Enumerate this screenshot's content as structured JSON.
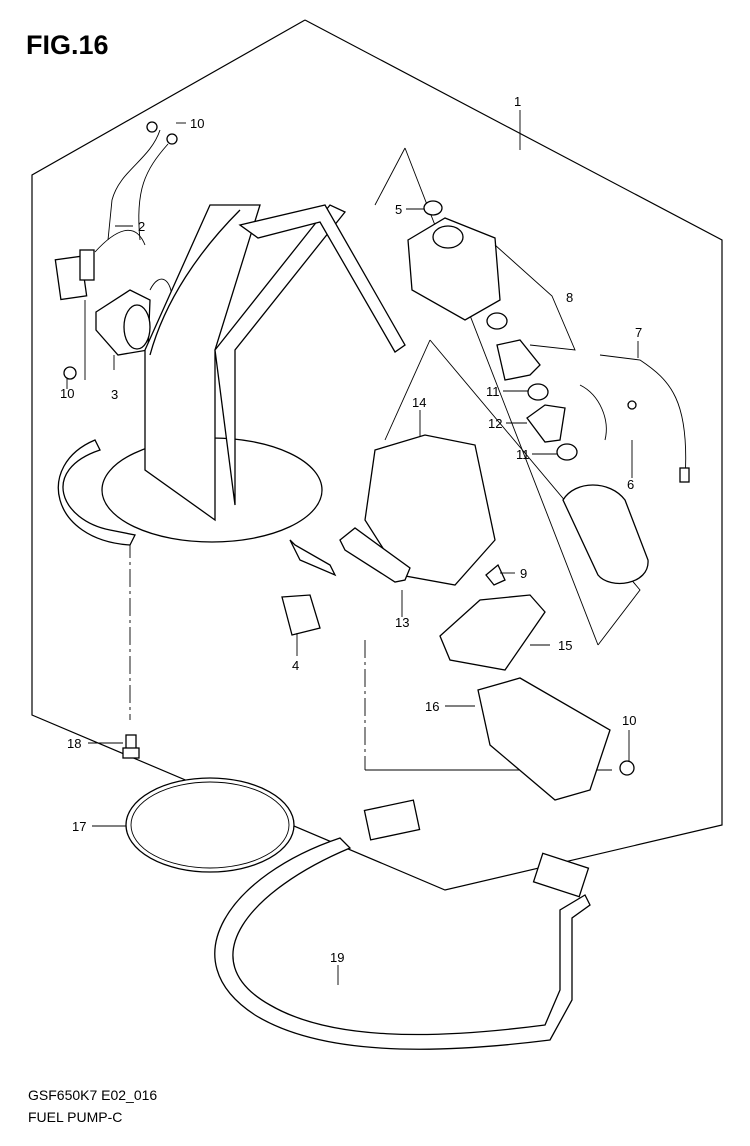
{
  "figure": {
    "title": "FIG.16",
    "model_code": "GSF650K7 E02_016",
    "caption": "FUEL PUMP-C"
  },
  "callouts": [
    {
      "id": "1",
      "label": "1"
    },
    {
      "id": "2",
      "label": "2"
    },
    {
      "id": "3",
      "label": "3"
    },
    {
      "id": "4",
      "label": "4"
    },
    {
      "id": "5",
      "label": "5"
    },
    {
      "id": "6",
      "label": "6"
    },
    {
      "id": "7",
      "label": "7"
    },
    {
      "id": "8",
      "label": "8"
    },
    {
      "id": "9",
      "label": "9"
    },
    {
      "id": "10a",
      "label": "10"
    },
    {
      "id": "10b",
      "label": "10"
    },
    {
      "id": "10c",
      "label": "10"
    },
    {
      "id": "11a",
      "label": "11"
    },
    {
      "id": "11b",
      "label": "11"
    },
    {
      "id": "12",
      "label": "12"
    },
    {
      "id": "13",
      "label": "13"
    },
    {
      "id": "14",
      "label": "14"
    },
    {
      "id": "15",
      "label": "15"
    },
    {
      "id": "16",
      "label": "16"
    },
    {
      "id": "17",
      "label": "17"
    },
    {
      "id": "18",
      "label": "18"
    },
    {
      "id": "19",
      "label": "19"
    }
  ]
}
